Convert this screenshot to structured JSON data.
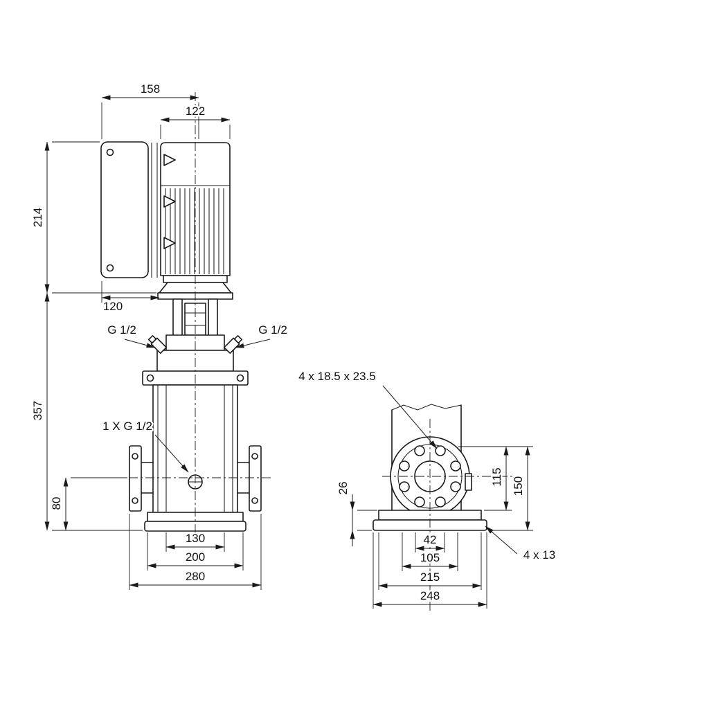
{
  "front_view": {
    "d158": "158",
    "d122": "122",
    "d214": "214",
    "d120": "120",
    "d357": "357",
    "d80": "80",
    "d130": "130",
    "d200": "200",
    "d280": "280",
    "g_left": "G 1/2",
    "g_right": "G 1/2",
    "drain": "1 X G 1/2"
  },
  "side_view": {
    "holes": "4 x 18.5 x 23.5",
    "d26": "26",
    "d115": "115",
    "d150": "150",
    "d42": "42",
    "d105": "105",
    "d215": "215",
    "d248": "248",
    "base_holes": "4 x 13"
  },
  "colors": {
    "line": "#1a1a1a",
    "background": "#ffffff"
  }
}
